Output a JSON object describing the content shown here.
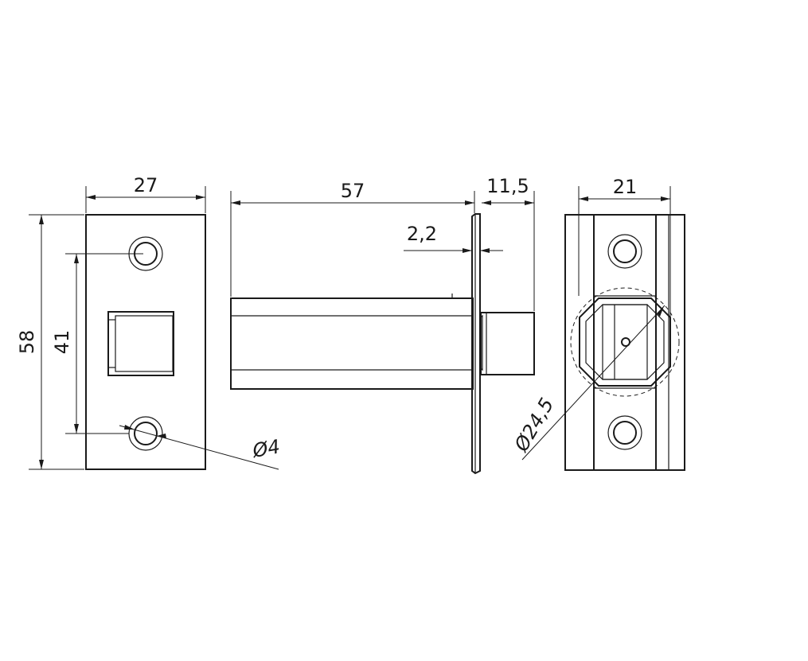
{
  "dimensions": {
    "front_width": "27",
    "front_height": "58",
    "hole_spacing": "41",
    "hole_diameter": "Ø4",
    "body_length": "57",
    "faceplate_thickness": "2,2",
    "latch_protrusion": "11,5",
    "end_width": "21",
    "body_diameter": "Ø24,5"
  }
}
